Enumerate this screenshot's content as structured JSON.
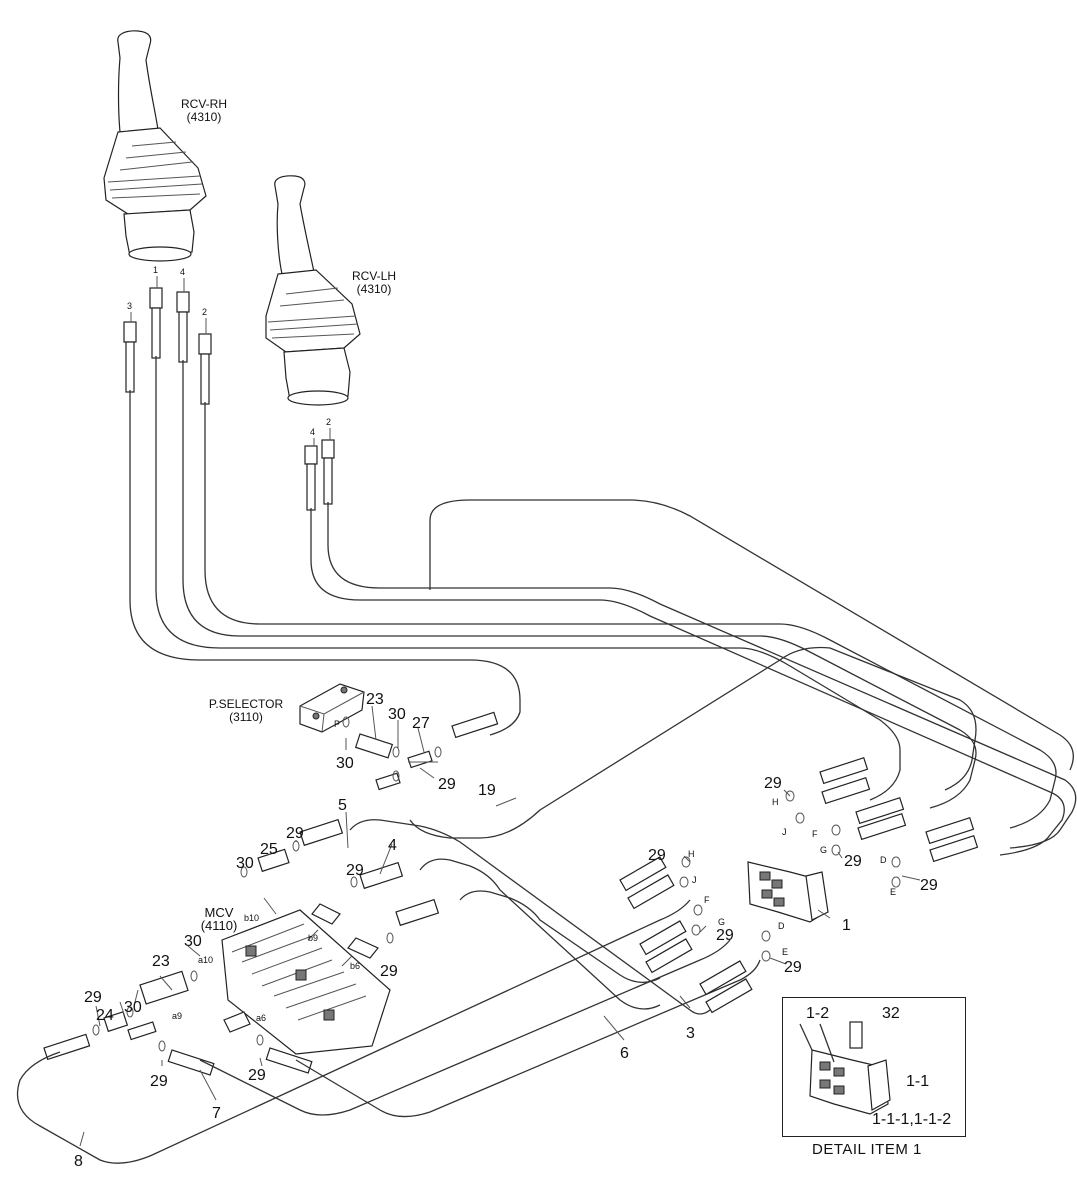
{
  "components": {
    "rcv_rh": {
      "name": "RCV-RH",
      "code": "(4310)"
    },
    "rcv_lh": {
      "name": "RCV-LH",
      "code": "(4310)"
    },
    "p_selector": {
      "name": "P.SELECTOR",
      "code": "(3110)"
    },
    "mcv": {
      "name": "MCV",
      "code": "(4110)"
    }
  },
  "port_labels": {
    "rh_1": "1",
    "rh_4": "4",
    "rh_3": "3",
    "rh_2": "2",
    "lh_4": "4",
    "lh_2": "2",
    "p": "P",
    "b10": "b10",
    "a10": "a10",
    "b9": "b9",
    "b6": "b6",
    "a9": "a9",
    "a6": "a6",
    "h1": "H",
    "j1": "J",
    "f1": "F",
    "g1": "G",
    "d1": "D",
    "e1": "E",
    "h2": "H",
    "j2": "J",
    "f2": "F",
    "g2": "G",
    "d2": "D",
    "e2": "E"
  },
  "part_numbers": {
    "n23a": "23",
    "n30a": "30",
    "n27": "27",
    "n30b": "30",
    "n29a": "29",
    "n19": "19",
    "n29b": "29",
    "n29c": "29",
    "n29d": "29",
    "n29e": "29",
    "n5": "5",
    "n29f": "29",
    "n25": "25",
    "n30c": "30",
    "n4": "4",
    "n29g": "29",
    "n29h": "29",
    "n1": "1",
    "n29i": "29",
    "n29j": "29",
    "n29k": "29",
    "n30d": "30",
    "n23b": "23",
    "n30e": "30",
    "n24": "24",
    "n29l": "29",
    "n29m": "29",
    "n29n": "29",
    "n7": "7",
    "n6": "6",
    "n3": "3",
    "n8": "8"
  },
  "detail": {
    "caption": "DETAIL ITEM 1",
    "labels": {
      "d12": "1-2",
      "d32": "32",
      "d11": "1-1",
      "d111": "1-1-1,1-1-2"
    }
  }
}
